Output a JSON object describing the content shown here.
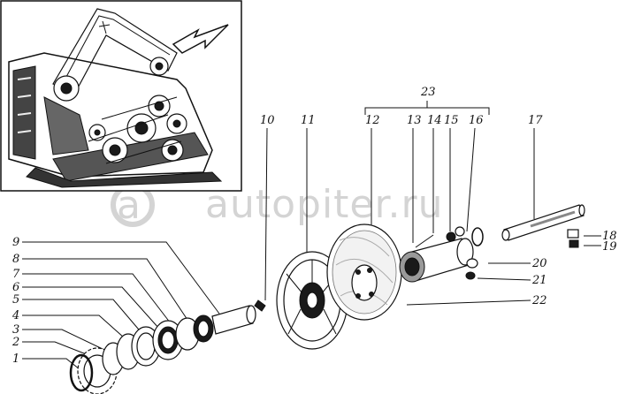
{
  "watermark": "autopiter.ru",
  "callouts": {
    "c1": "1",
    "c2": "2",
    "c3": "3",
    "c4": "4",
    "c5": "5",
    "c6": "6",
    "c7": "7",
    "c8": "8",
    "c9": "9",
    "c10": "10",
    "c11": "11",
    "c12": "12",
    "c13": "13",
    "c14": "14",
    "c15": "15",
    "c16": "16",
    "c17": "17",
    "c18": "18",
    "c19": "19",
    "c20": "20",
    "c21": "21",
    "c22": "22",
    "c23": "23"
  },
  "colors": {
    "ink": "#111111",
    "watermark": "#d4d4d4",
    "paper": "#ffffff"
  }
}
